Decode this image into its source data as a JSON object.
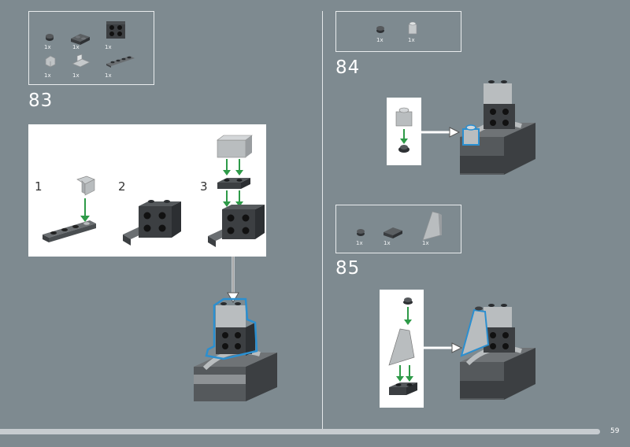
{
  "page_number": "59",
  "steps": [
    {
      "number": "83",
      "parts": [
        {
          "qty": "1x"
        },
        {
          "qty": "1x"
        },
        {
          "qty": "1x"
        },
        {
          "qty": "1x"
        },
        {
          "qty": "1x"
        },
        {
          "qty": "1x"
        }
      ],
      "substeps": [
        "1",
        "2",
        "3"
      ]
    },
    {
      "number": "84",
      "parts": [
        {
          "qty": "1x"
        },
        {
          "qty": "1x"
        }
      ]
    },
    {
      "number": "85",
      "parts": [
        {
          "qty": "1x"
        },
        {
          "qty": "1x"
        },
        {
          "qty": "1x"
        }
      ]
    }
  ],
  "colors": {
    "background": "#7e8a90",
    "dark_brick": "#3c3f42",
    "light_brick": "#b9bdbf",
    "highlight": "#2b8fd0",
    "arrow_green": "#2e9a48"
  }
}
